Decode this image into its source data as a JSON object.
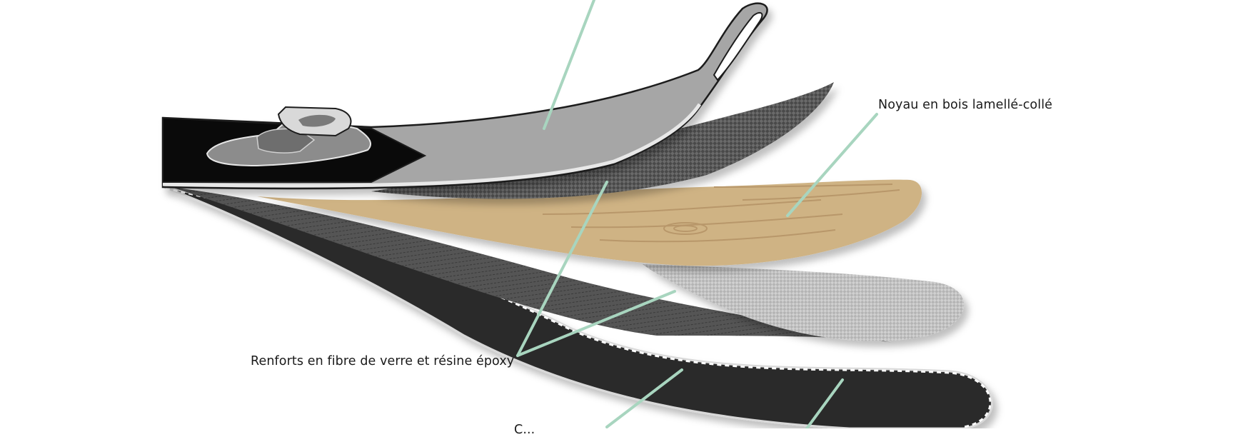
{
  "labels": {
    "core": "Noyau en bois lamellé-collé",
    "fiberglass": "Renforts en fibre de verre et résine époxy",
    "cut_off": "C..."
  },
  "colors": {
    "leader_line": "#a8d5bf",
    "wood_core": "#cfb384",
    "wood_grain": "#b8976a",
    "top_sheet": "#a6a6a6",
    "binding_black": "#0a0a0a",
    "base_dark": "#2a2a2a",
    "mesh_light": "#bdbdbd",
    "mesh_dark": "#595959"
  },
  "icons": {
    "binding": "ski-binding-icon"
  }
}
